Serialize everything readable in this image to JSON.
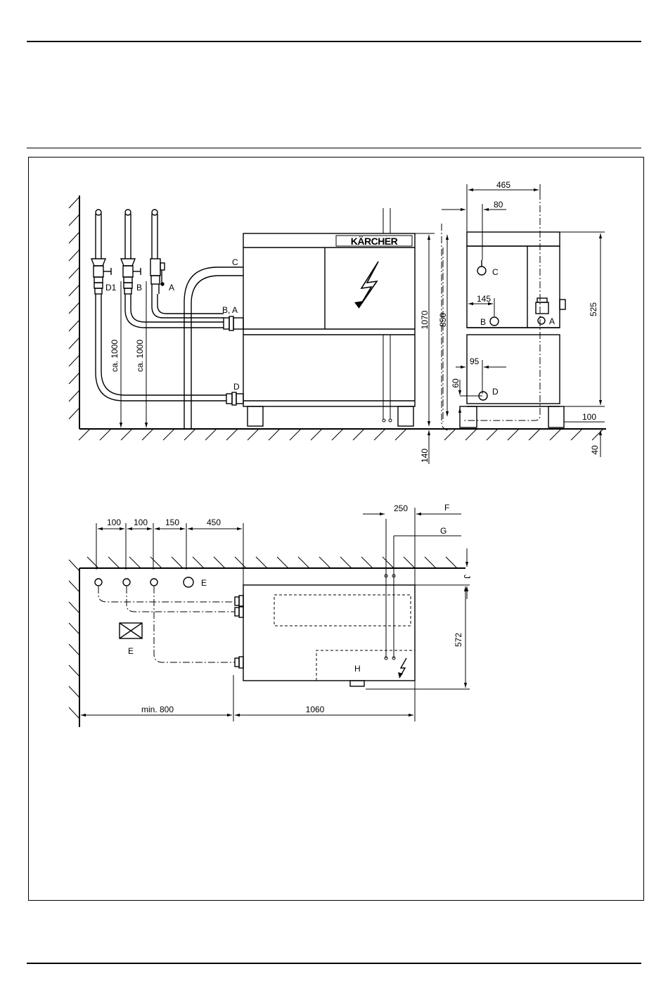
{
  "brand": {
    "logo_text": "KÄRCHER"
  },
  "side_view": {
    "labels": {
      "c": "C",
      "b_a": "B, A",
      "d": "D",
      "d1": "D1",
      "b": "B",
      "a": "A"
    },
    "dimensions": {
      "height_1": "ca. 1000",
      "height_2": "ca. 1000",
      "machine_height": "1070",
      "top_height": "850",
      "bottom_height": "140"
    }
  },
  "end_view": {
    "labels": {
      "c": "C",
      "b": "B",
      "a": "A",
      "d": "D"
    },
    "dimensions": {
      "width": "465",
      "offset_c": "80",
      "offset_b": "145",
      "height": "525",
      "offset_d": "95",
      "height_d": "60",
      "base": "100",
      "floor": "40"
    }
  },
  "plan_view": {
    "labels": {
      "e_top": "E",
      "e_box": "E",
      "h": "H",
      "f": "F",
      "g": "G",
      "j": "J"
    },
    "dimensions": {
      "d1": "100",
      "d2": "100",
      "d3": "150",
      "d4": "450",
      "cable": "250",
      "depth": "572",
      "min_clearance": "min. 800",
      "length": "1060"
    }
  }
}
